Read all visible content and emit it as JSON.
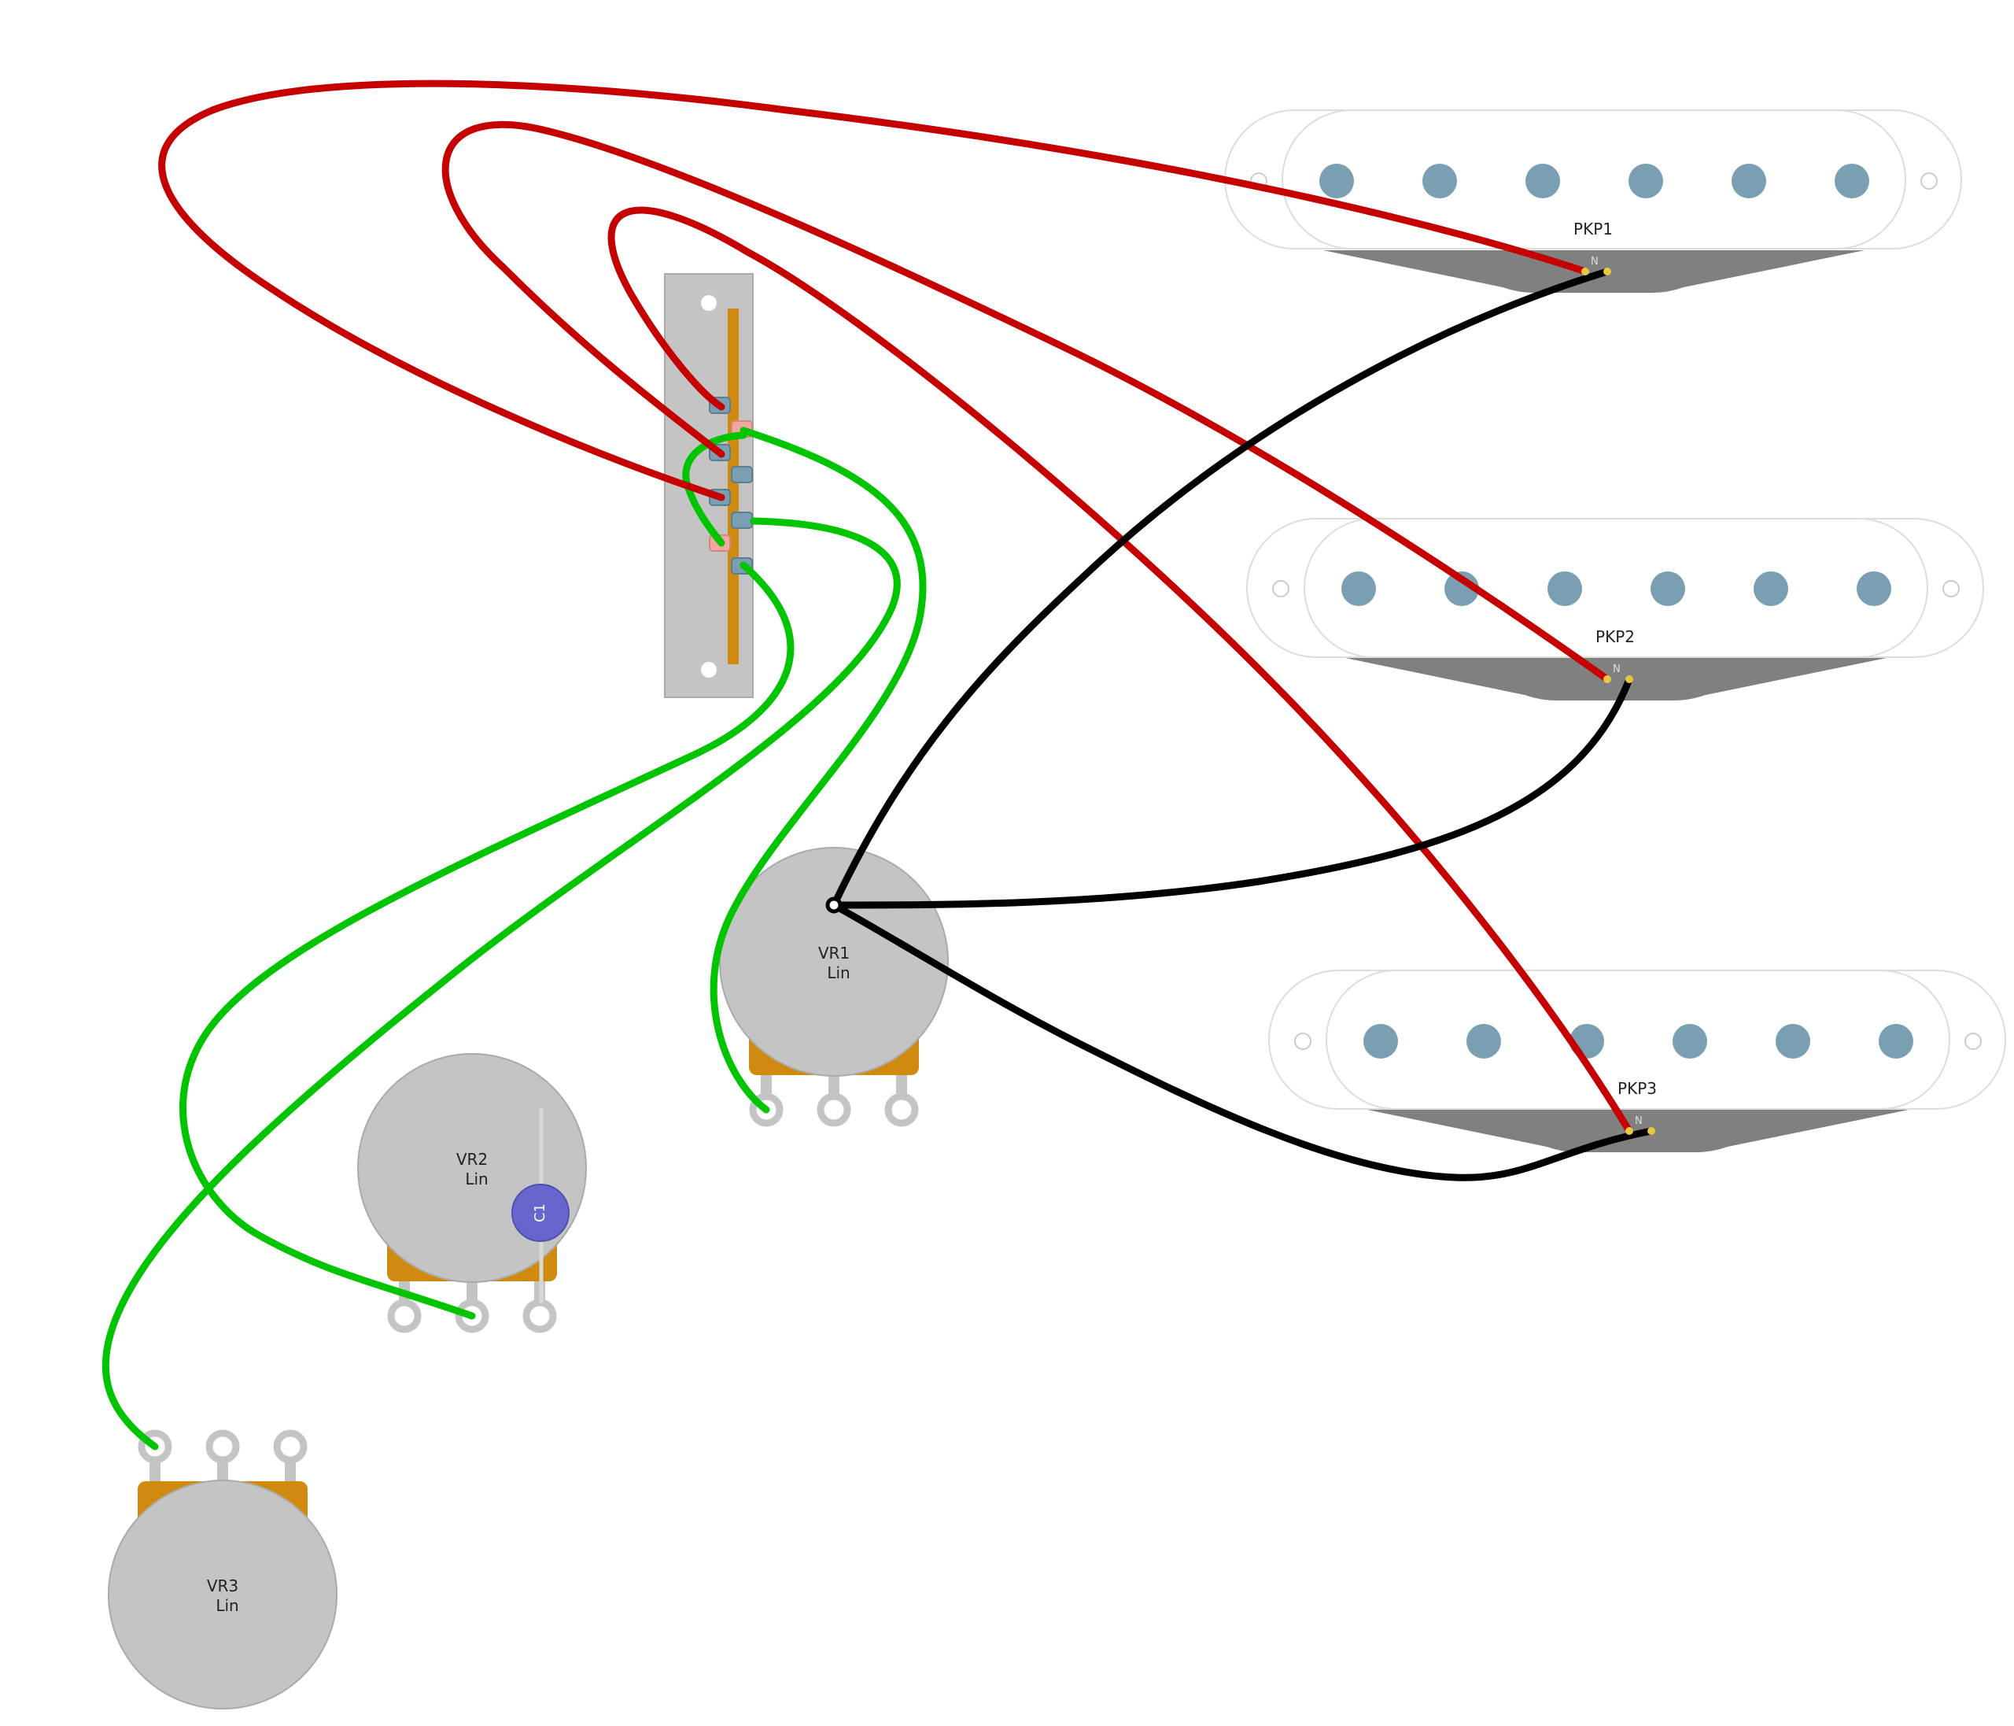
{
  "colors": {
    "wire_hot": "#c40000",
    "wire_ground": "#000000",
    "wire_pot": "#00c400",
    "pickup_body": "#ffffff",
    "pickup_outline": "#dddddd",
    "pole_piece": "#7a9eb2",
    "baseplate": "#808080",
    "pot_body": "#c4c4c4",
    "pot_bracket": "#d08a10",
    "lug": "#c4c4c4",
    "switch_plate": "#c4c4c4",
    "switch_rail": "#d08a10",
    "switch_lug_blue": "#7a9eb2",
    "switch_lug_pink": "#f0a8a0",
    "capacitor": "#6666cc",
    "text": "#222222"
  },
  "pickups": [
    {
      "label": "PKP1",
      "pole_count": 6
    },
    {
      "label": "PKP2",
      "pole_count": 6
    },
    {
      "label": "PKP3",
      "pole_count": 6
    }
  ],
  "pickup_terminal_label": "N",
  "pots": [
    {
      "name": "VR1",
      "taper": "Lin"
    },
    {
      "name": "VR2",
      "taper": "Lin"
    },
    {
      "name": "VR3",
      "taper": "Lin"
    }
  ],
  "capacitor": {
    "label": "C1"
  },
  "wires": [
    {
      "id": "pkp1-hot",
      "color": "red",
      "from": "PKP1",
      "to": "switch"
    },
    {
      "id": "pkp2-hot",
      "color": "red",
      "from": "PKP2",
      "to": "switch"
    },
    {
      "id": "pkp3-hot",
      "color": "red",
      "from": "PKP3",
      "to": "switch"
    },
    {
      "id": "pkp1-ground",
      "color": "black",
      "from": "PKP1",
      "to": "VR1"
    },
    {
      "id": "pkp2-ground",
      "color": "black",
      "from": "PKP2",
      "to": "VR1"
    },
    {
      "id": "pkp3-ground",
      "color": "black",
      "from": "PKP3",
      "to": "VR1"
    },
    {
      "id": "switch-vr1",
      "color": "green",
      "from": "switch",
      "to": "VR1"
    },
    {
      "id": "switch-vr2",
      "color": "green",
      "from": "switch",
      "to": "VR2"
    },
    {
      "id": "switch-vr3",
      "color": "green",
      "from": "switch",
      "to": "VR3"
    },
    {
      "id": "switch-loop",
      "color": "green",
      "from": "switch",
      "to": "switch"
    }
  ]
}
